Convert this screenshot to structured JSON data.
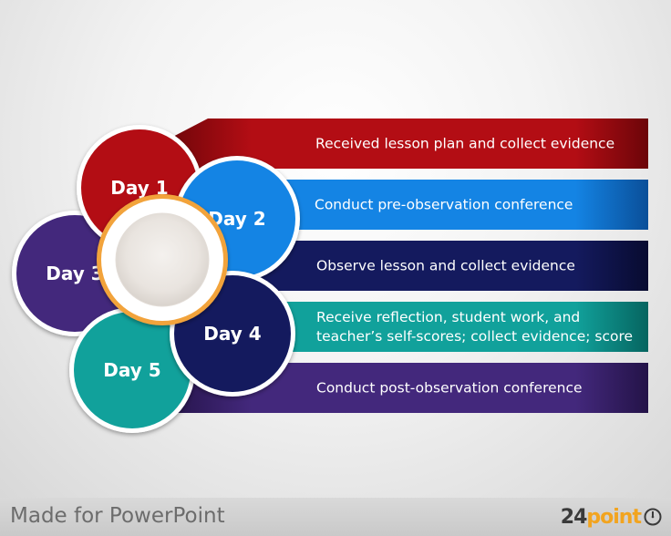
{
  "days": [
    {
      "label": "Day 1",
      "color": "#b30d14"
    },
    {
      "label": "Day 2",
      "color": "#1484e4"
    },
    {
      "label": "Day 3",
      "color": "#43287c"
    },
    {
      "label": "Day 4",
      "color": "#141a5e"
    },
    {
      "label": "Day 5",
      "color": "#11a19b"
    }
  ],
  "ribbons": [
    {
      "lines": [
        "Received lesson plan and collect evidence"
      ],
      "color": "#b30d14",
      "dark": "#6c0509"
    },
    {
      "lines": [
        "Conduct pre-observation conference"
      ],
      "color": "#1484e4",
      "dark": "#0a4f99"
    },
    {
      "lines": [
        "Observe lesson and collect evidence"
      ],
      "color": "#141a5e",
      "dark": "#080b30"
    },
    {
      "lines": [
        "Receive reflection, student work, and",
        "teacher’s self-scores; collect evidence; score"
      ],
      "color": "#11a19b",
      "dark": "#066560"
    },
    {
      "lines": [
        "Conduct post-observation conference"
      ],
      "color": "#43287c",
      "dark": "#241348"
    }
  ],
  "center_ring_color": "#f2a33a",
  "footer": {
    "text": "Made for PowerPoint",
    "brand_number": "24",
    "brand_word": "point"
  }
}
